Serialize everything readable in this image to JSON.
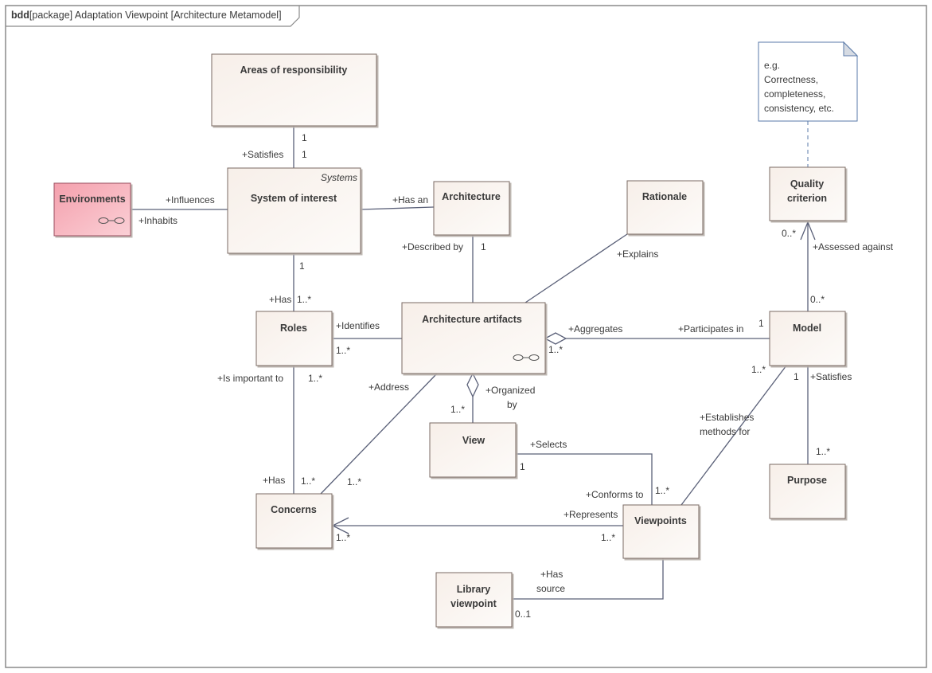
{
  "frame": {
    "kind": "bdd",
    "title": "[package] Adaptation Viewpoint [Architecture Metamodel]"
  },
  "blocks": {
    "areas": "Areas of responsibility",
    "system": "System of interest",
    "system_stereotype": "Systems",
    "environments": "Environments",
    "architecture": "Architecture",
    "rationale": "Rationale",
    "quality1": "Quality",
    "quality2": "criterion",
    "roles": "Roles",
    "artifacts": "Architecture artifacts",
    "model": "Model",
    "view": "View",
    "concerns": "Concerns",
    "viewpoints": "Viewpoints",
    "purpose": "Purpose",
    "library1": "Library",
    "library2": "viewpoint"
  },
  "note": {
    "lines": [
      "e.g.",
      "Correctness,",
      "completeness,",
      "consistency, etc."
    ]
  },
  "labels": {
    "areas_sys_m1": "1",
    "areas_sys_m2": "1",
    "satisfies": "+Satisfies",
    "influences": "+Influences",
    "inhabits": "+Inhabits",
    "has_an": "+Has an",
    "described_by": "+Described by",
    "desc_m": "1",
    "explains": "+Explains",
    "sys_roles_m": "1",
    "has_roles": "+Has",
    "roles_m": "1..*",
    "identifies": "+Identifies",
    "identifies_m": "1..*",
    "is_important_to": "+Is important to",
    "important_m": "1..*",
    "address": "+Address",
    "aggregates": "+Aggregates",
    "aggregates_m": "1..*",
    "participates_in": "+Participates in",
    "participates_m": "1",
    "organized_by1": "+Organized",
    "organized_by2": "by",
    "organized_m": "1..*",
    "selects": "+Selects",
    "selects_m": "1",
    "has_concerns": "+Has",
    "concerns_m1": "1..*",
    "concerns_m2": "1..*",
    "concerns_m3": "1..*",
    "represents": "+Represents",
    "represents_m": "1..*",
    "conforms_to": "+Conforms to",
    "conforms_m": "1..*",
    "establishes1": "+Establishes",
    "establishes2": "methods for",
    "model_vp_m": "1..*",
    "assessed_against": "+Assessed against",
    "quality_m": "0..*",
    "model_quality_m": "0..*",
    "model_satisfies": "+Satisfies",
    "model_purpose_m": "1",
    "purpose_m": "1..*",
    "has_source1": "+Has",
    "has_source2": "source",
    "library_m": "0..1"
  }
}
